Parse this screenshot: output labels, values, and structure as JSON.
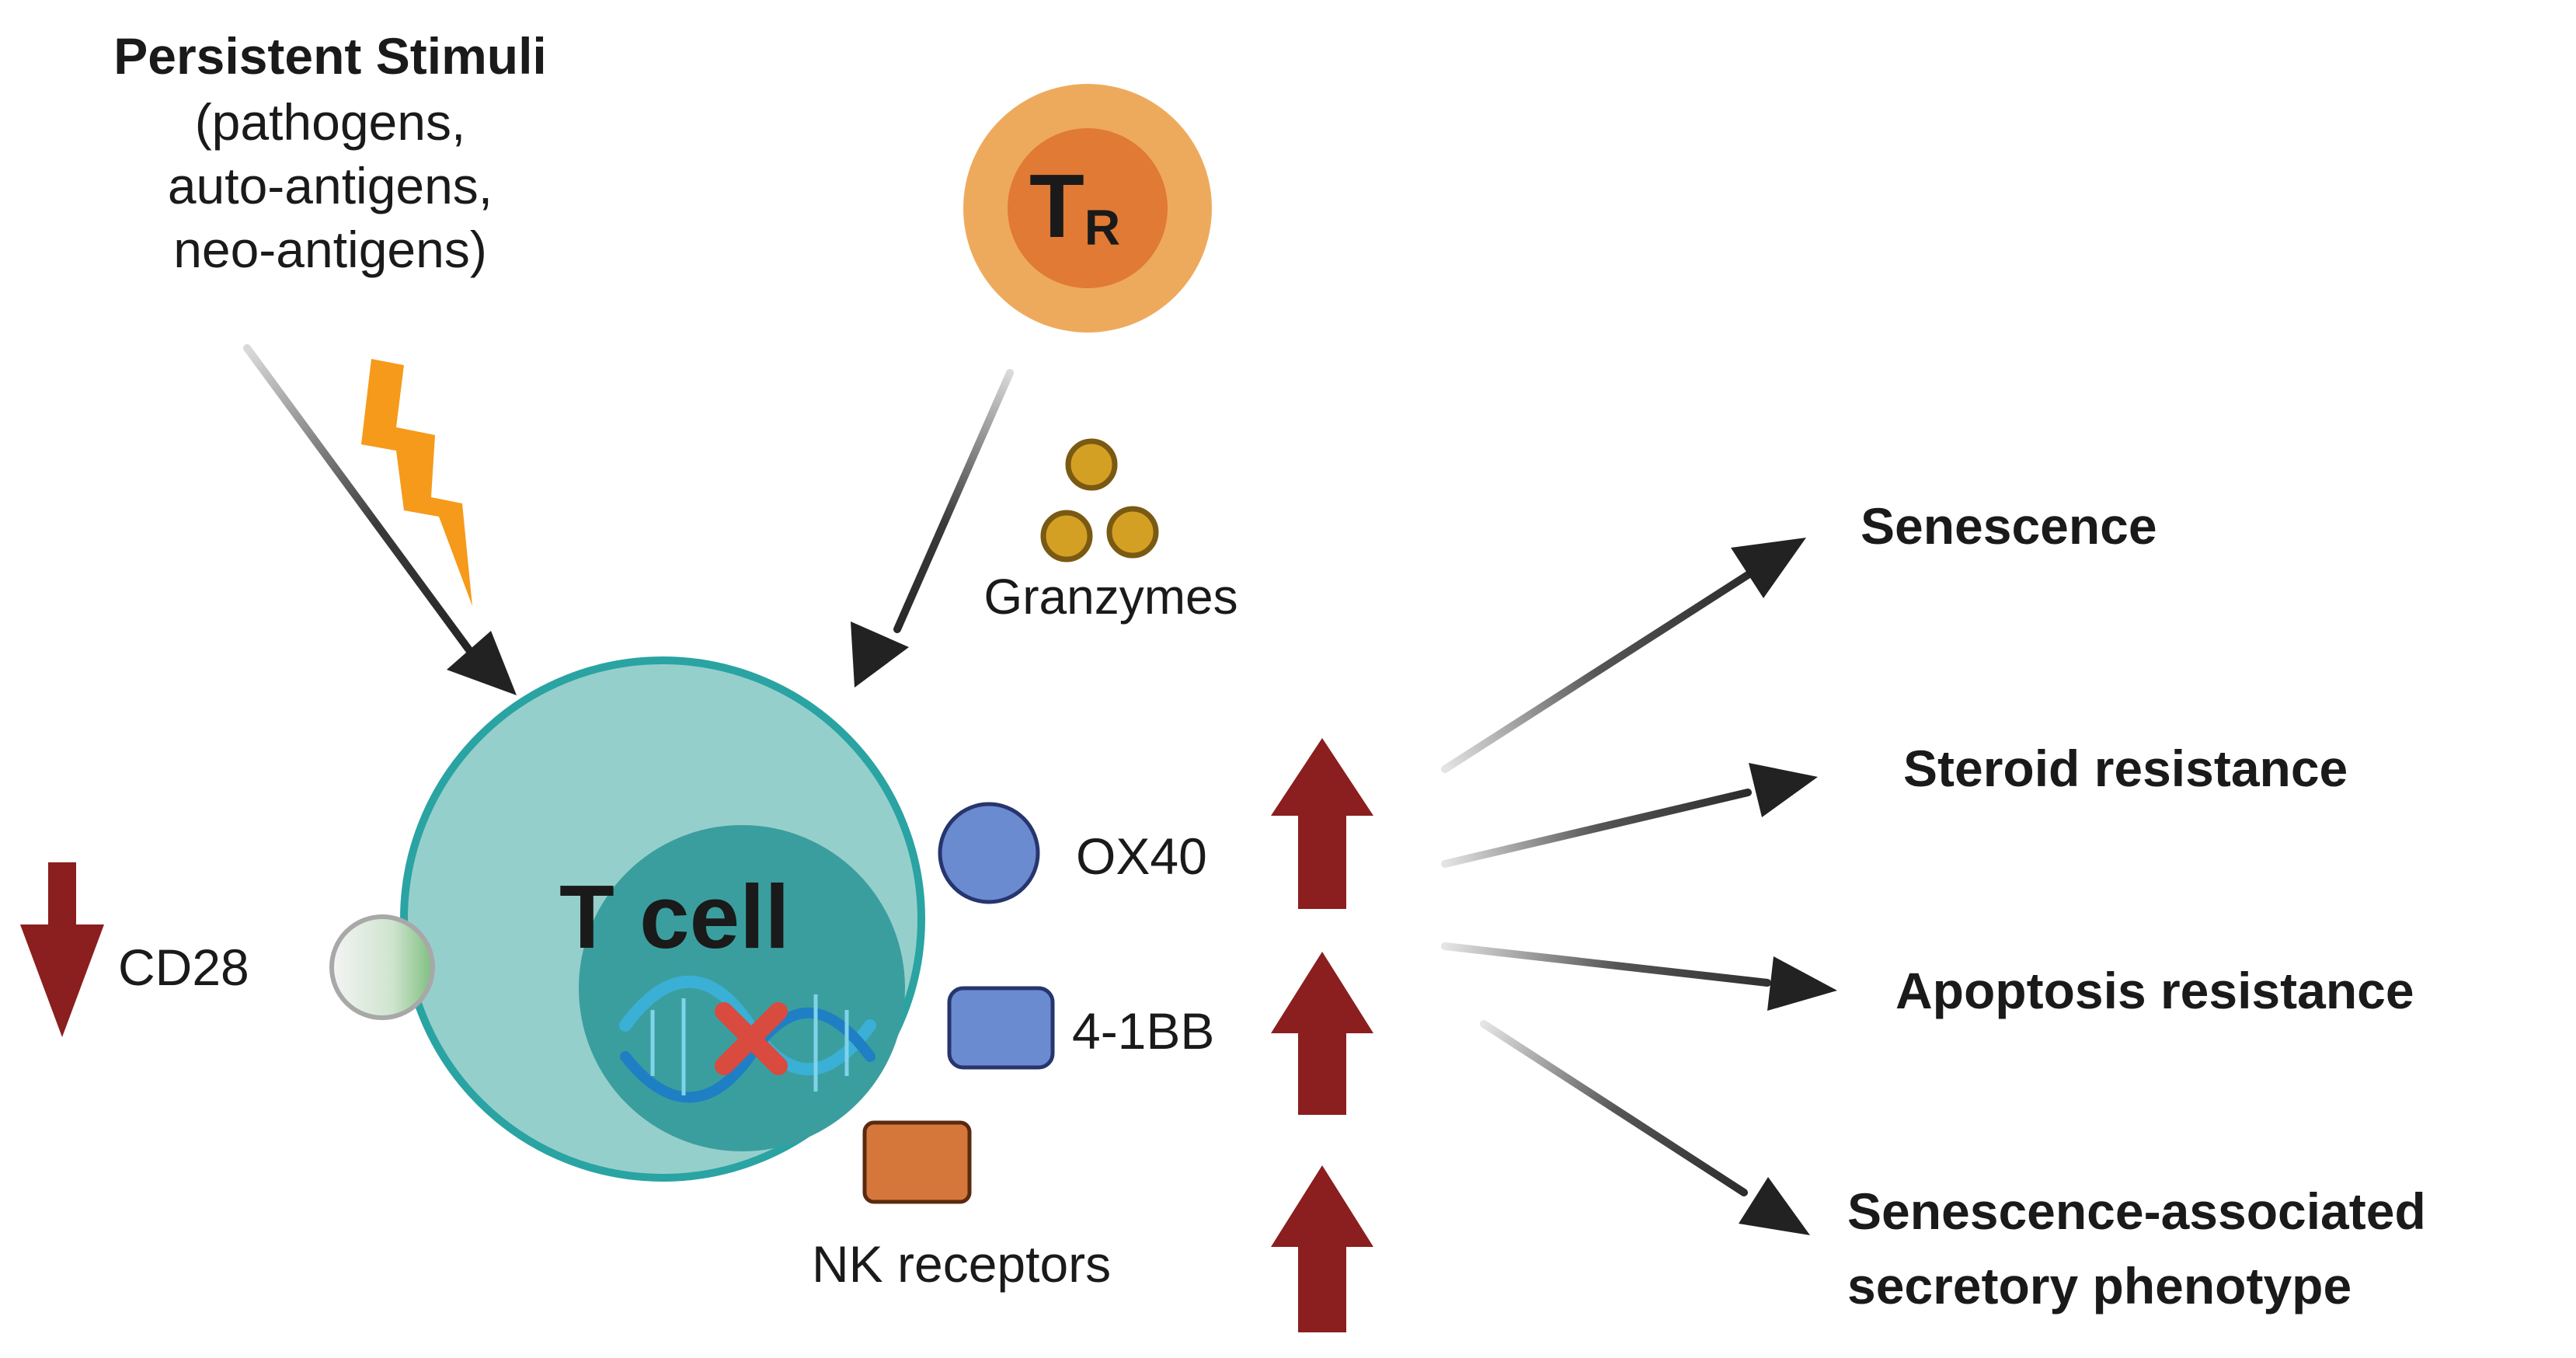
{
  "stimuli": {
    "title": "Persistent Stimuli",
    "lines": [
      "(pathogens,",
      "auto-antigens,",
      "neo-antigens)"
    ]
  },
  "treg": {
    "label_main": "T",
    "label_sub": "R"
  },
  "granzymes": {
    "label": "Granzymes"
  },
  "tcell": {
    "label": "T cell"
  },
  "markers": {
    "cd28": "CD28",
    "ox40": "OX40",
    "bb41": "4-1BB",
    "nk": "NK receptors"
  },
  "outcomes": {
    "senescence": "Senescence",
    "steroid": "Steroid resistance",
    "apoptosis": "Apoptosis resistance",
    "sasp_line1": "Senescence-associated",
    "sasp_line2": "secretory phenotype"
  },
  "colors": {
    "tcell_outer": "#95cfcb",
    "tcell_outline": "#2aa3a3",
    "tcell_nucleus": "#3b9e9e",
    "treg_outer": "#eeaa5c",
    "treg_inner": "#e07a34",
    "granzyme": "#d4a024",
    "lightning": "#f59a1a",
    "up_arrow": "#8b1e1e",
    "ox40": "#6b8bd0",
    "nk": "#d5773a",
    "dna": "#3ab0d6",
    "cross": "#d94a3f",
    "arrow": "#252525"
  }
}
